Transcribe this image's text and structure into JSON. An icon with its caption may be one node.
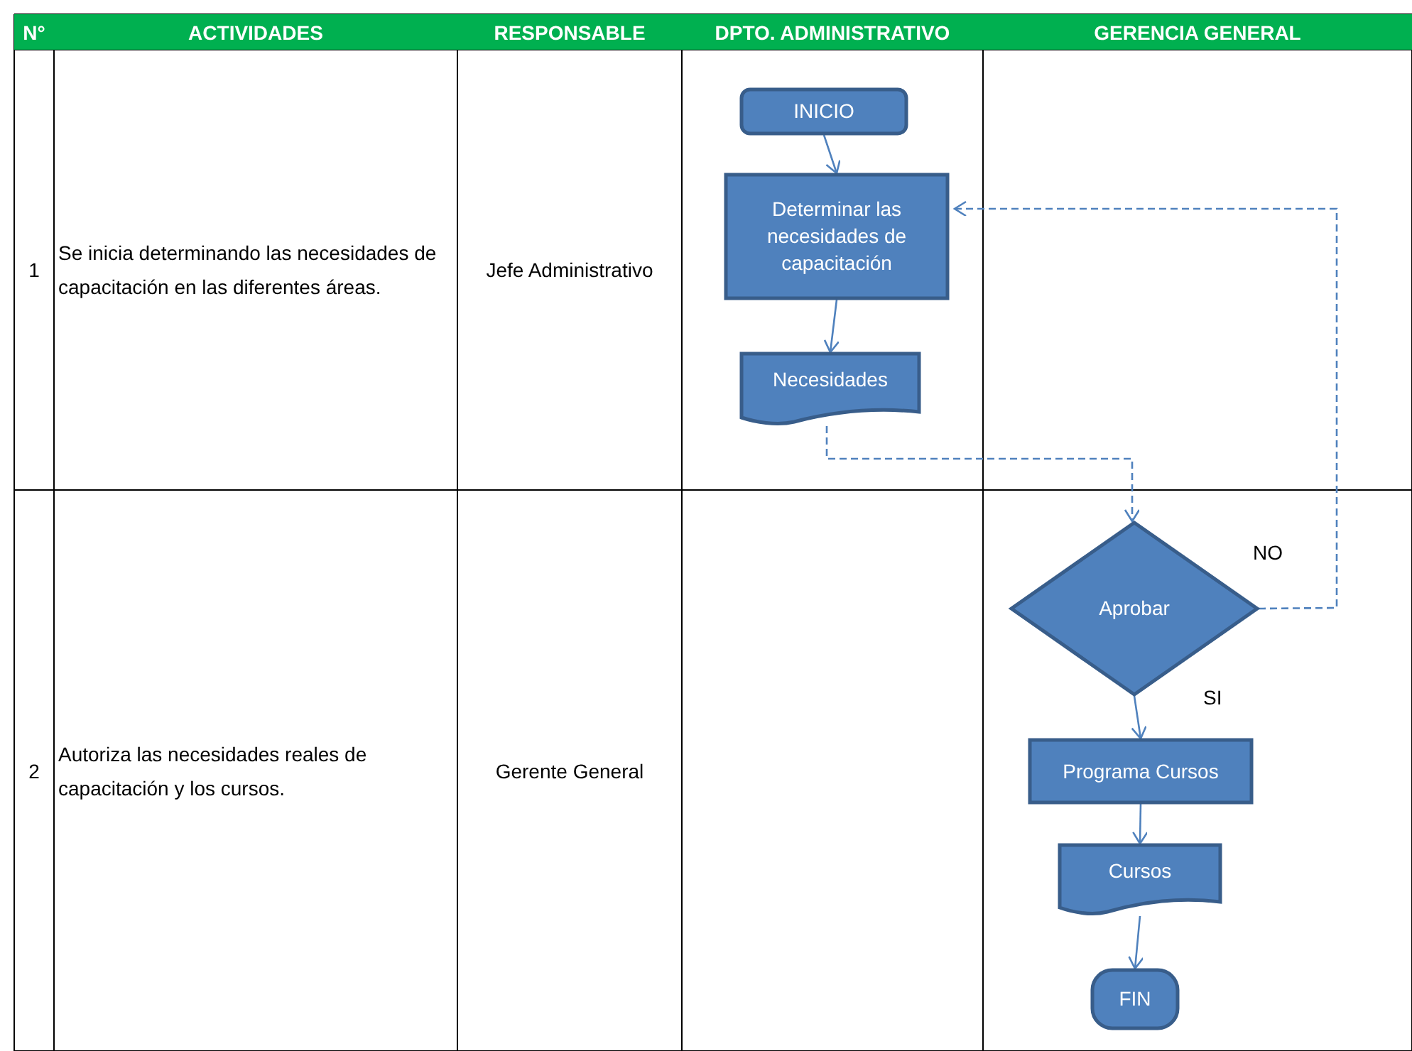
{
  "diagram": {
    "nodes": [
      {
        "text": [
          "INICIO"
        ]
      },
      {
        "text": [
          "Determinar las necesidades de capacitación"
        ]
      },
      {
        "text": [
          "Necesidades"
        ]
      },
      {
        "text": [
          "Aprobar"
        ]
      },
      {
        "text": [
          "Programa Cursos"
        ]
      },
      {
        "text": [
          "Cursos"
        ]
      },
      {
        "text": [
          "FIN"
        ]
      }
    ],
    "edges": [
      {
        "from": 0,
        "to": 1,
        "arrow": "to"
      },
      {
        "from": 1,
        "to": 2,
        "arrow": "to"
      },
      {
        "from": 2,
        "to": 3,
        "arrow": "to",
        "style": "dashed"
      },
      {
        "from": 3,
        "to": 1,
        "arrow": "to",
        "label": "NO",
        "style": "dashed"
      },
      {
        "from": 3,
        "to": 4,
        "arrow": "to",
        "label": "SI"
      },
      {
        "from": 4,
        "to": 5,
        "arrow": "to"
      },
      {
        "from": 5,
        "to": 6,
        "arrow": "to"
      }
    ],
    "labels": [
      "N°",
      "ACTIVIDADES",
      "RESPONSABLE",
      "DPTO. ADMINISTRATIVO",
      "GERENCIA GENERAL",
      "1",
      "Se inicia determinando las necesidades de capacitación en las diferentes áreas.",
      "Jefe Administrativo",
      "2",
      "Autoriza las necesidades reales de capacitación y los cursos.",
      "Gerente General"
    ]
  }
}
